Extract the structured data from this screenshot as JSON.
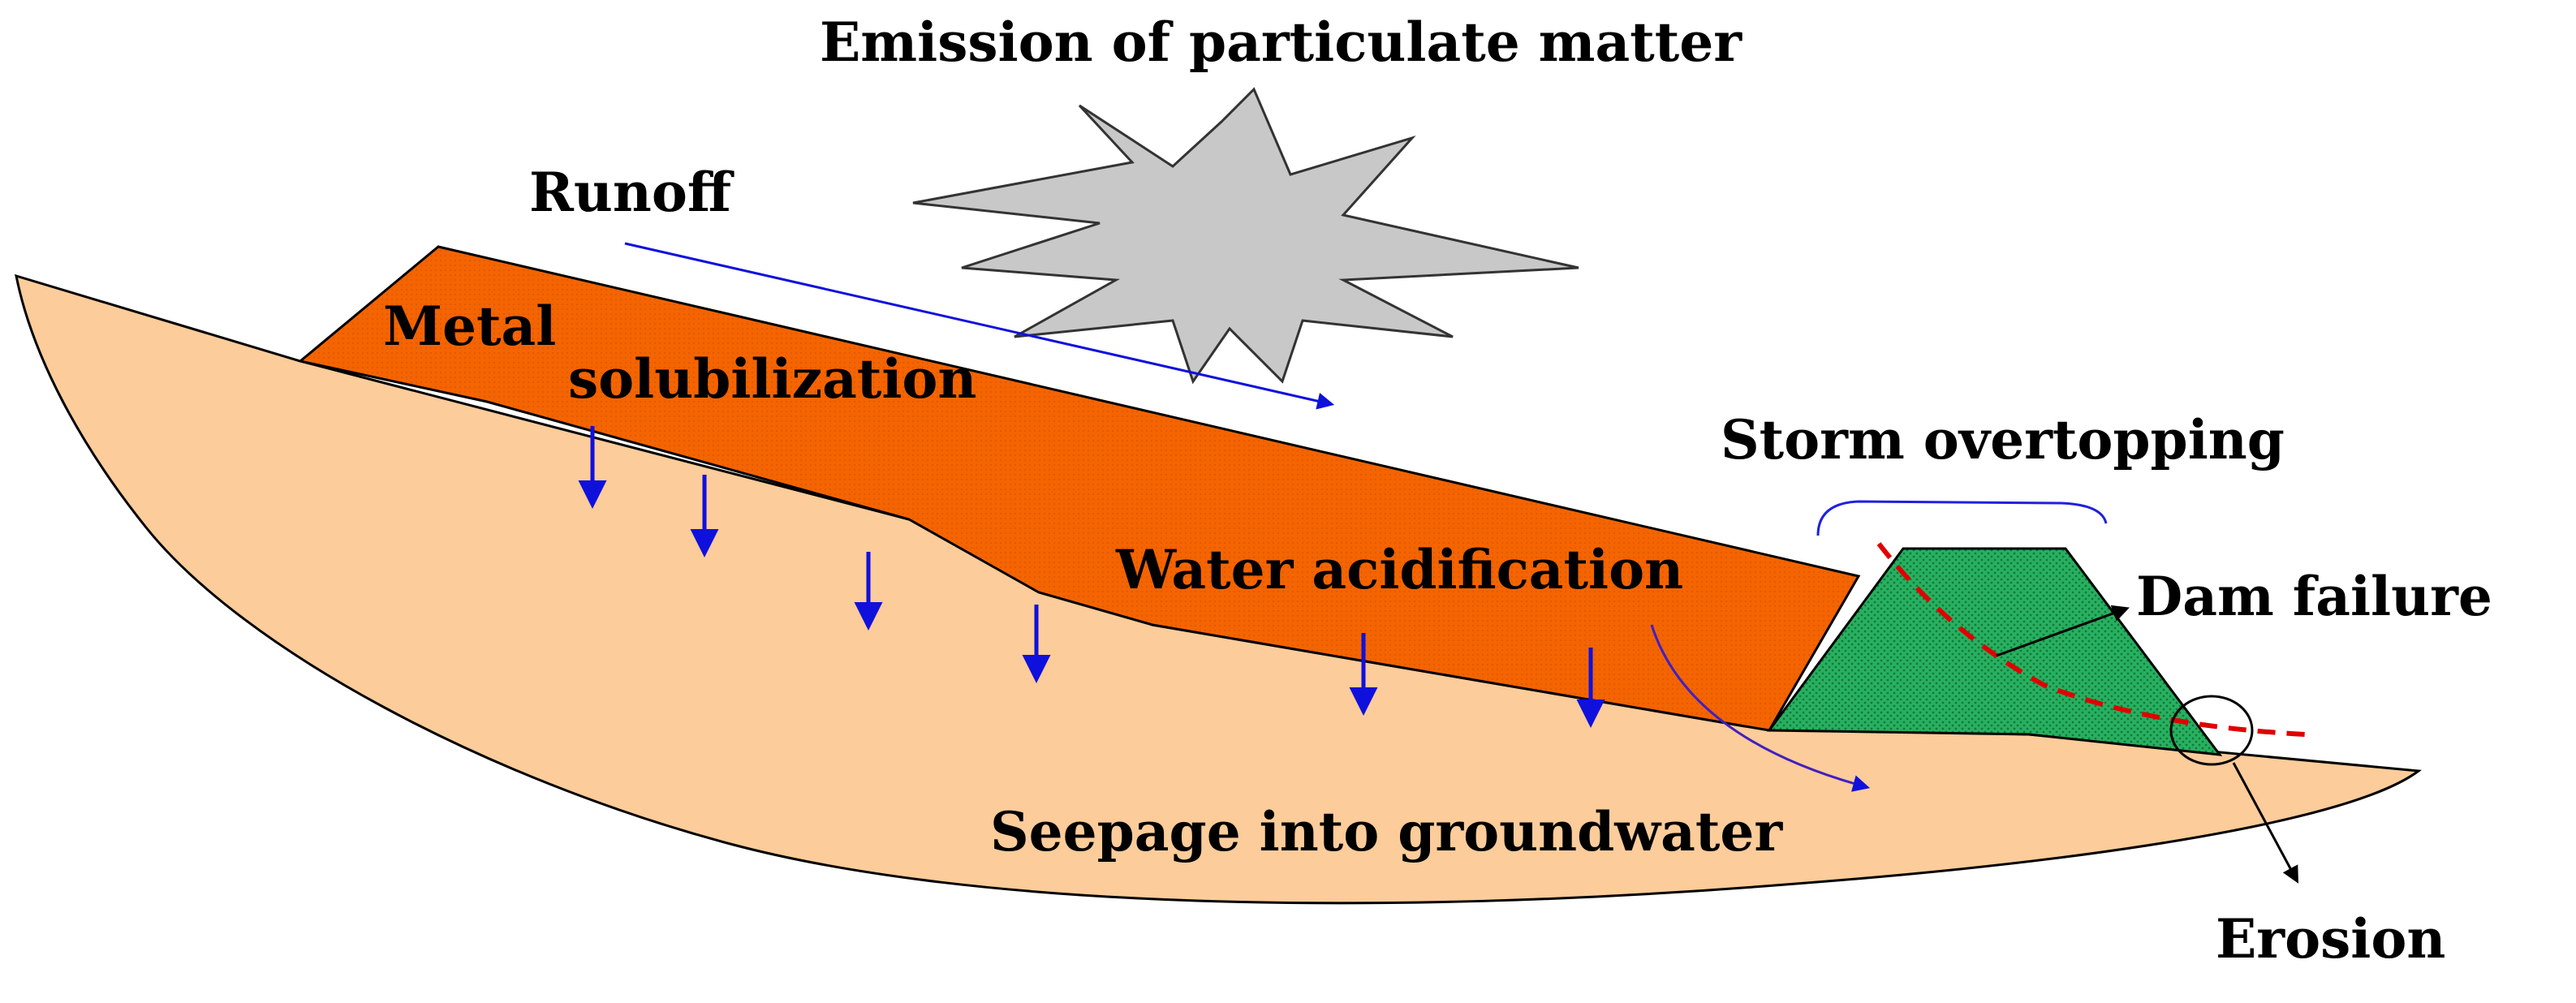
{
  "labels": {
    "emission": "Emission of particulate matter",
    "runoff": "Runoff",
    "metal": "Metal",
    "solubilization": "solubilization",
    "storm": "Storm overtopping",
    "water_acid": "Water acidification",
    "dam_failure": "Dam failure",
    "seepage": "Seepage into groundwater",
    "erosion": "Erosion"
  },
  "colors": {
    "ground": "#fccc9a",
    "tailings": "#f46400",
    "dam": "#22a85a",
    "burst": "#c8c8c8",
    "flow_arrow": "#1010dd",
    "failure_line": "#e00000"
  }
}
